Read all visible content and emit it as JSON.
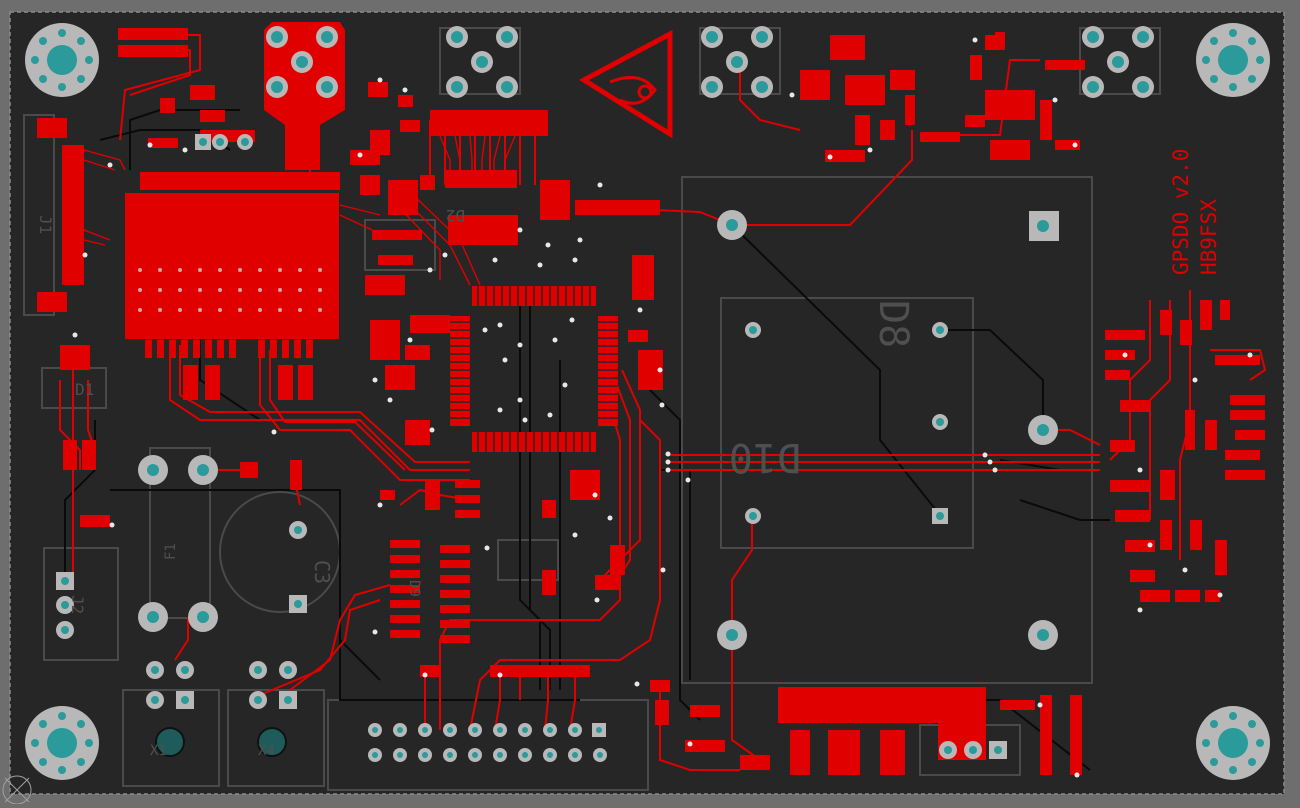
{
  "board": {
    "title_line1": "GPSDO v2.0",
    "title_line2": "HB9FSX",
    "colors": {
      "background": "#6e6e6e",
      "board": "#262626",
      "copper_top": "#e00000",
      "copper_bottom": "#0a0a0a",
      "pad": "#b8b8b8",
      "via_hole": "#2a9a9a",
      "silkscreen": "#4a4a4a",
      "outline": "#4d4d4d"
    }
  },
  "designators": {
    "d8": "D8",
    "d10": "D10",
    "d2": "D2",
    "f1": "F1",
    "j1": "J1",
    "j2": "J2",
    "d1": "D1",
    "d9": "D9",
    "c3": "C3",
    "x1": "X1",
    "x4": "X4"
  }
}
